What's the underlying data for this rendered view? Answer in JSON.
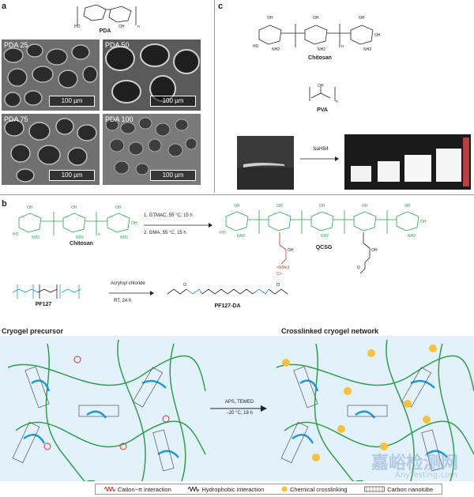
{
  "panel_a": {
    "letter": "a",
    "compound": "PDA",
    "images": [
      {
        "label": "PDA 25",
        "scale": "100 µm"
      },
      {
        "label": "PDA 50",
        "scale": "100 µm"
      },
      {
        "label": "PDA 75",
        "scale": "100 µm"
      },
      {
        "label": "PDA 100",
        "scale": "100 µm"
      }
    ]
  },
  "panel_c": {
    "letter": "c",
    "chitosan": "Chitosan",
    "pva": "PVA",
    "reagent": "NaHB4"
  },
  "panel_b": {
    "letter": "b",
    "chitosan": "Chitosan",
    "step1": "1. GTMAC, 55 °C, 15 h",
    "step2": "2. GMA, 55 °C, 15 h",
    "product1": "QCSG",
    "pf127": "PF127",
    "reagent2a": "Acryloyl chloride",
    "reagent2b": "RT, 24 h",
    "product2": "PF127-DA",
    "precursor_title": "Cryogel precursor",
    "network_title": "Crosslinked cryogel network",
    "conditions_a": "APS, TEMED",
    "conditions_b": "−20 °C, 18 h"
  },
  "legend": {
    "cation_pi": "Cation−π interaction",
    "hydrophobic": "Hydrophobic interaction",
    "crosslinking": "Chemical crosslinking",
    "nanotube": "Carbon nanotube"
  },
  "watermark": {
    "cn": "嘉峪检测网",
    "en": "AnyTesting.com"
  },
  "colors": {
    "green": "#2e9e4f",
    "blue": "#1e9ad6",
    "red": "#d8322e",
    "yellow": "#f7c23c",
    "bg_blue": "#e3f1fa"
  }
}
